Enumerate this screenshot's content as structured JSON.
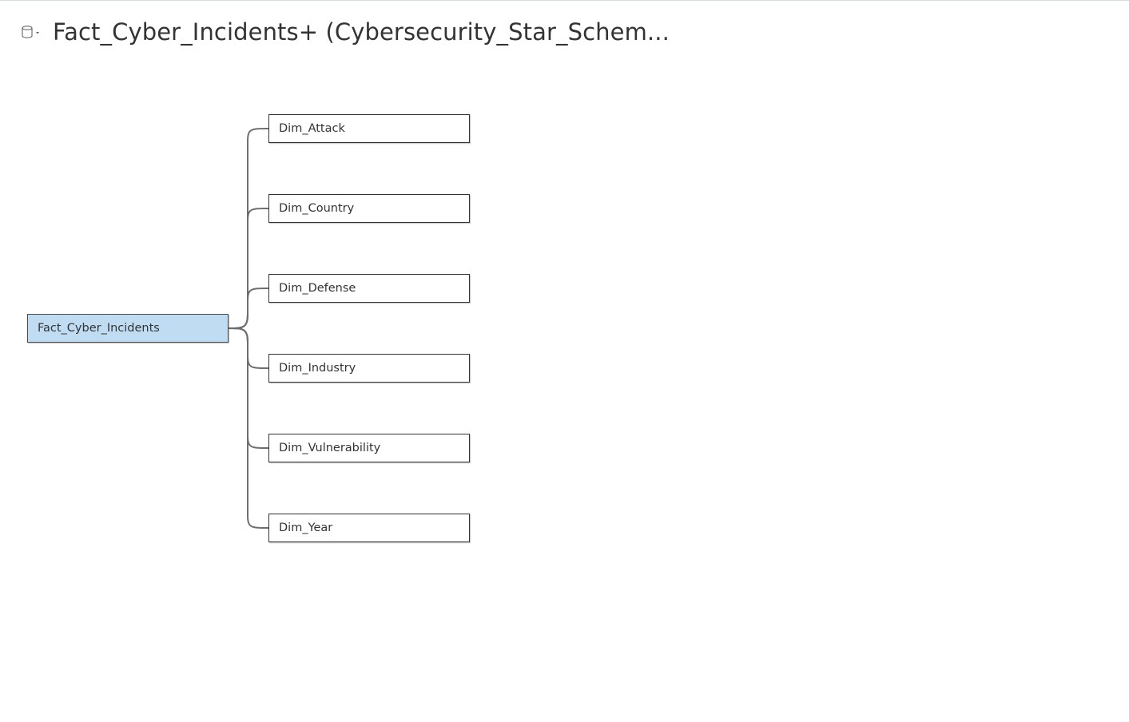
{
  "header": {
    "title": "Fact_Cyber_Incidents+ (Cybersecurity_Star_Schem...",
    "icon": "datasource-cylinder-icon"
  },
  "diagram": {
    "fact_table": "Fact_Cyber_Incidents",
    "dimension_tables": [
      "Dim_Attack",
      "Dim_Country",
      "Dim_Defense",
      "Dim_Industry",
      "Dim_Vulnerability",
      "Dim_Year"
    ]
  },
  "colors": {
    "fact_fill": "#bfdcf2",
    "connector": "#6e6e6e",
    "text": "#333333"
  }
}
